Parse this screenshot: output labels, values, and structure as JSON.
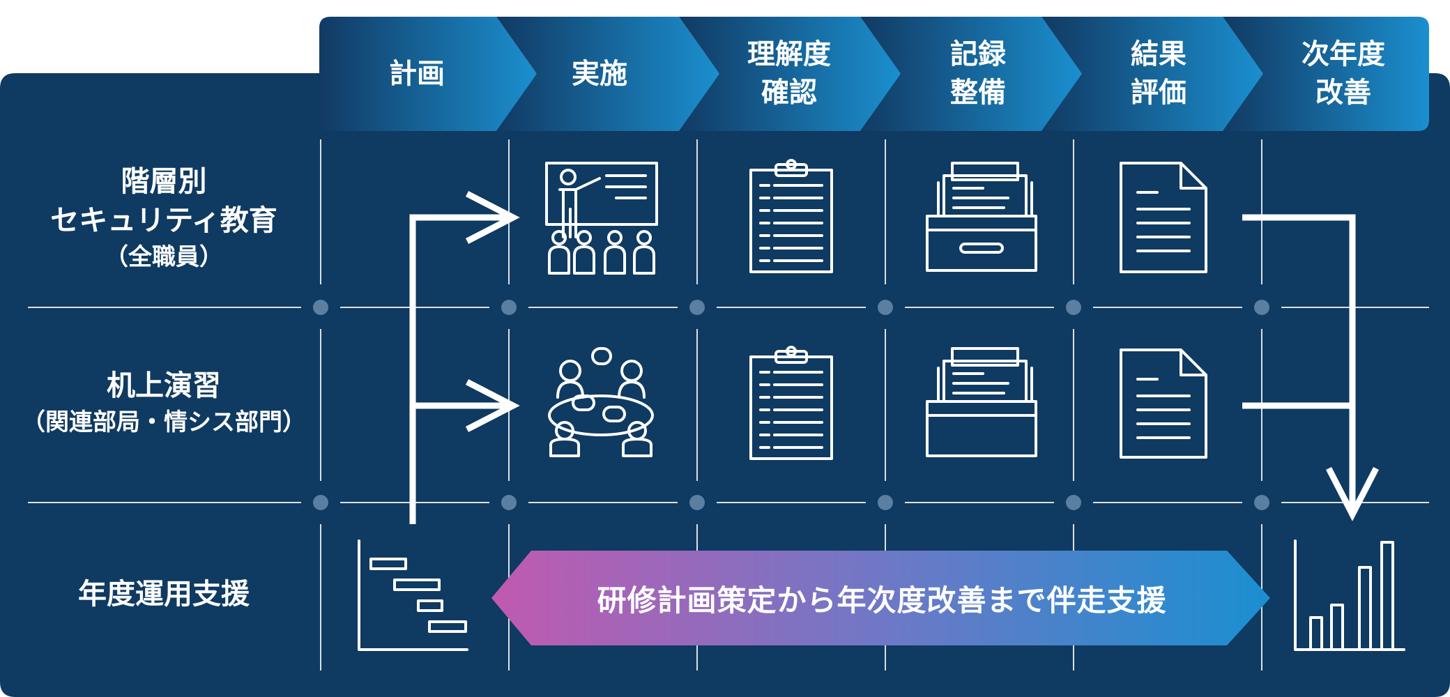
{
  "steps": [
    {
      "line1": "計画",
      "line2": ""
    },
    {
      "line1": "実施",
      "line2": ""
    },
    {
      "line1": "理解度",
      "line2": "確認"
    },
    {
      "line1": "記録",
      "line2": "整備"
    },
    {
      "line1": "結果",
      "line2": "評価"
    },
    {
      "line1": "次年度",
      "line2": "改善"
    }
  ],
  "rows": [
    {
      "title1": "階層別",
      "title2": "セキュリティ教育",
      "sub": "（全職員）"
    },
    {
      "title1": "机上演習",
      "title2": "",
      "sub": "（関連部局・情シス部門）"
    },
    {
      "title1": "年度運用支援",
      "title2": "",
      "sub": ""
    }
  ],
  "banner": {
    "text": "研修計画策定から年次度改善まで伴走支援"
  },
  "icons": {
    "row1": [
      "training-presentation-icon",
      "clipboard-checklist-icon",
      "file-drawer-icon",
      "document-icon"
    ],
    "row2": [
      "group-discussion-icon",
      "clipboard-checklist-icon",
      "file-drawer-icon",
      "document-icon"
    ],
    "row3": [
      "gantt-chart-icon",
      "bar-chart-icon"
    ]
  },
  "colors": {
    "panel": "#0f3a61",
    "header_dark": "#13416b",
    "header_light": "#1a8fcd",
    "banner_start": "#c05ab0",
    "banner_end": "#1a8fd0",
    "line": "#ffffff"
  }
}
